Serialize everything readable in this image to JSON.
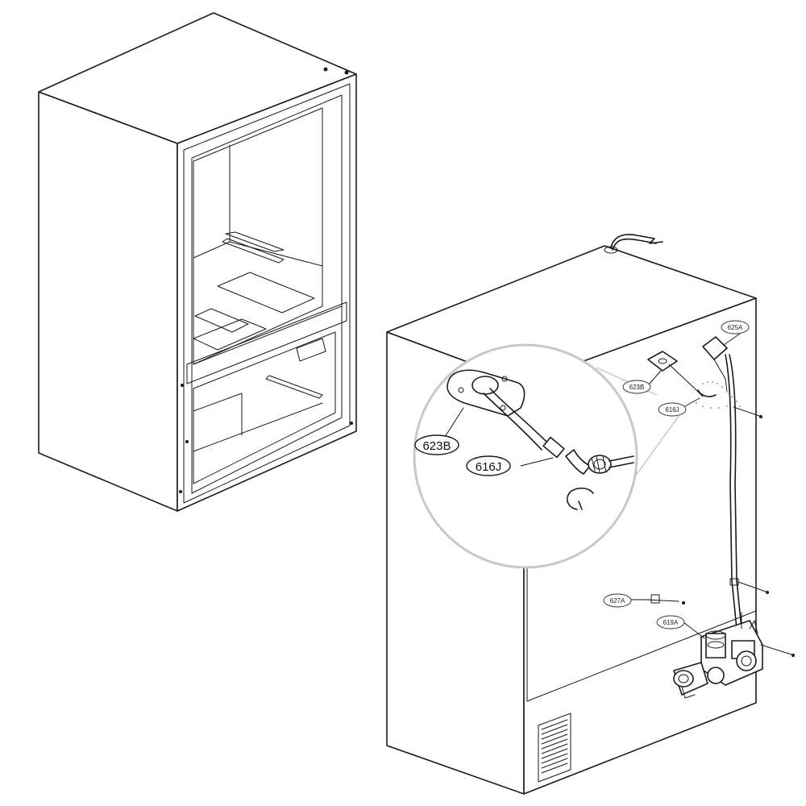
{
  "callouts": {
    "c625A": "625A",
    "c623B_small": "623B",
    "c616J_small": "616J",
    "c627A": "627A",
    "c619A": "619A",
    "c623B_large": "623B",
    "c616J_large": "616J"
  }
}
